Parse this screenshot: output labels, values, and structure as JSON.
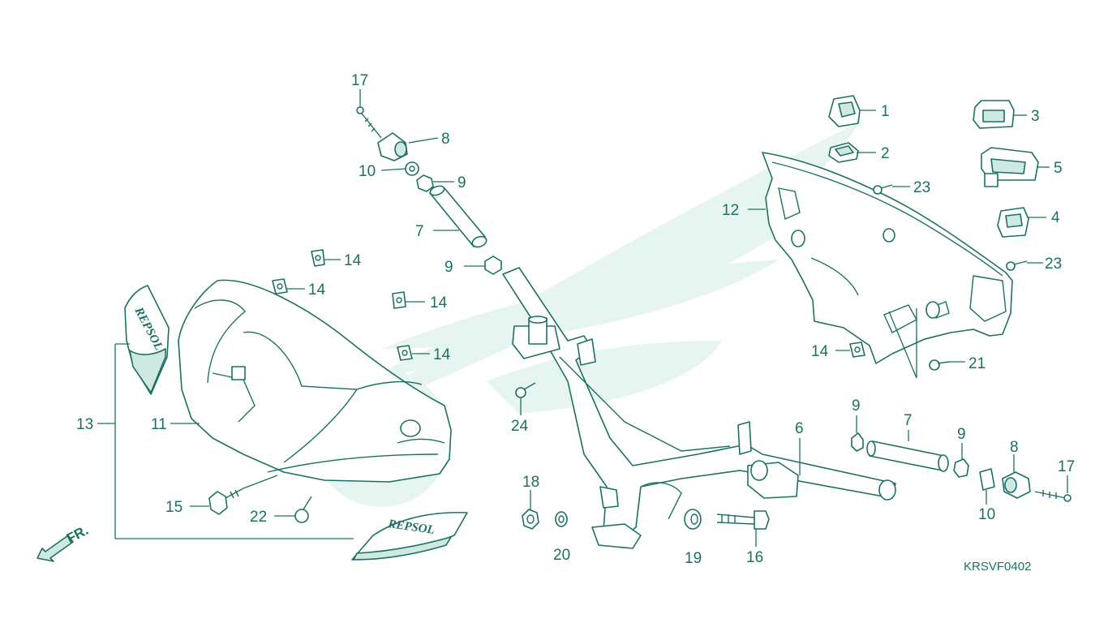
{
  "diagram": {
    "code": "KRSVF0402",
    "front_label": "FR.",
    "decal_text": "REPSOL",
    "callouts": [
      {
        "id": "c1",
        "label": "1"
      },
      {
        "id": "c2",
        "label": "2"
      },
      {
        "id": "c3",
        "label": "3"
      },
      {
        "id": "c4",
        "label": "4"
      },
      {
        "id": "c5",
        "label": "5"
      },
      {
        "id": "c6",
        "label": "6"
      },
      {
        "id": "c7a",
        "label": "7"
      },
      {
        "id": "c7b",
        "label": "7"
      },
      {
        "id": "c8a",
        "label": "8"
      },
      {
        "id": "c8b",
        "label": "8"
      },
      {
        "id": "c9a",
        "label": "9"
      },
      {
        "id": "c9b",
        "label": "9"
      },
      {
        "id": "c9c",
        "label": "9"
      },
      {
        "id": "c9d",
        "label": "9"
      },
      {
        "id": "c10a",
        "label": "10"
      },
      {
        "id": "c10b",
        "label": "10"
      },
      {
        "id": "c11",
        "label": "11"
      },
      {
        "id": "c12",
        "label": "12"
      },
      {
        "id": "c13",
        "label": "13"
      },
      {
        "id": "c14a",
        "label": "14"
      },
      {
        "id": "c14b",
        "label": "14"
      },
      {
        "id": "c14c",
        "label": "14"
      },
      {
        "id": "c14d",
        "label": "14"
      },
      {
        "id": "c14e",
        "label": "14"
      },
      {
        "id": "c15",
        "label": "15"
      },
      {
        "id": "c16",
        "label": "16"
      },
      {
        "id": "c17a",
        "label": "17"
      },
      {
        "id": "c17b",
        "label": "17"
      },
      {
        "id": "c18",
        "label": "18"
      },
      {
        "id": "c19",
        "label": "19"
      },
      {
        "id": "c20",
        "label": "20"
      },
      {
        "id": "c21",
        "label": "21"
      },
      {
        "id": "c22",
        "label": "22"
      },
      {
        "id": "c23a",
        "label": "23"
      },
      {
        "id": "c23b",
        "label": "23"
      },
      {
        "id": "c24",
        "label": "24"
      }
    ]
  }
}
